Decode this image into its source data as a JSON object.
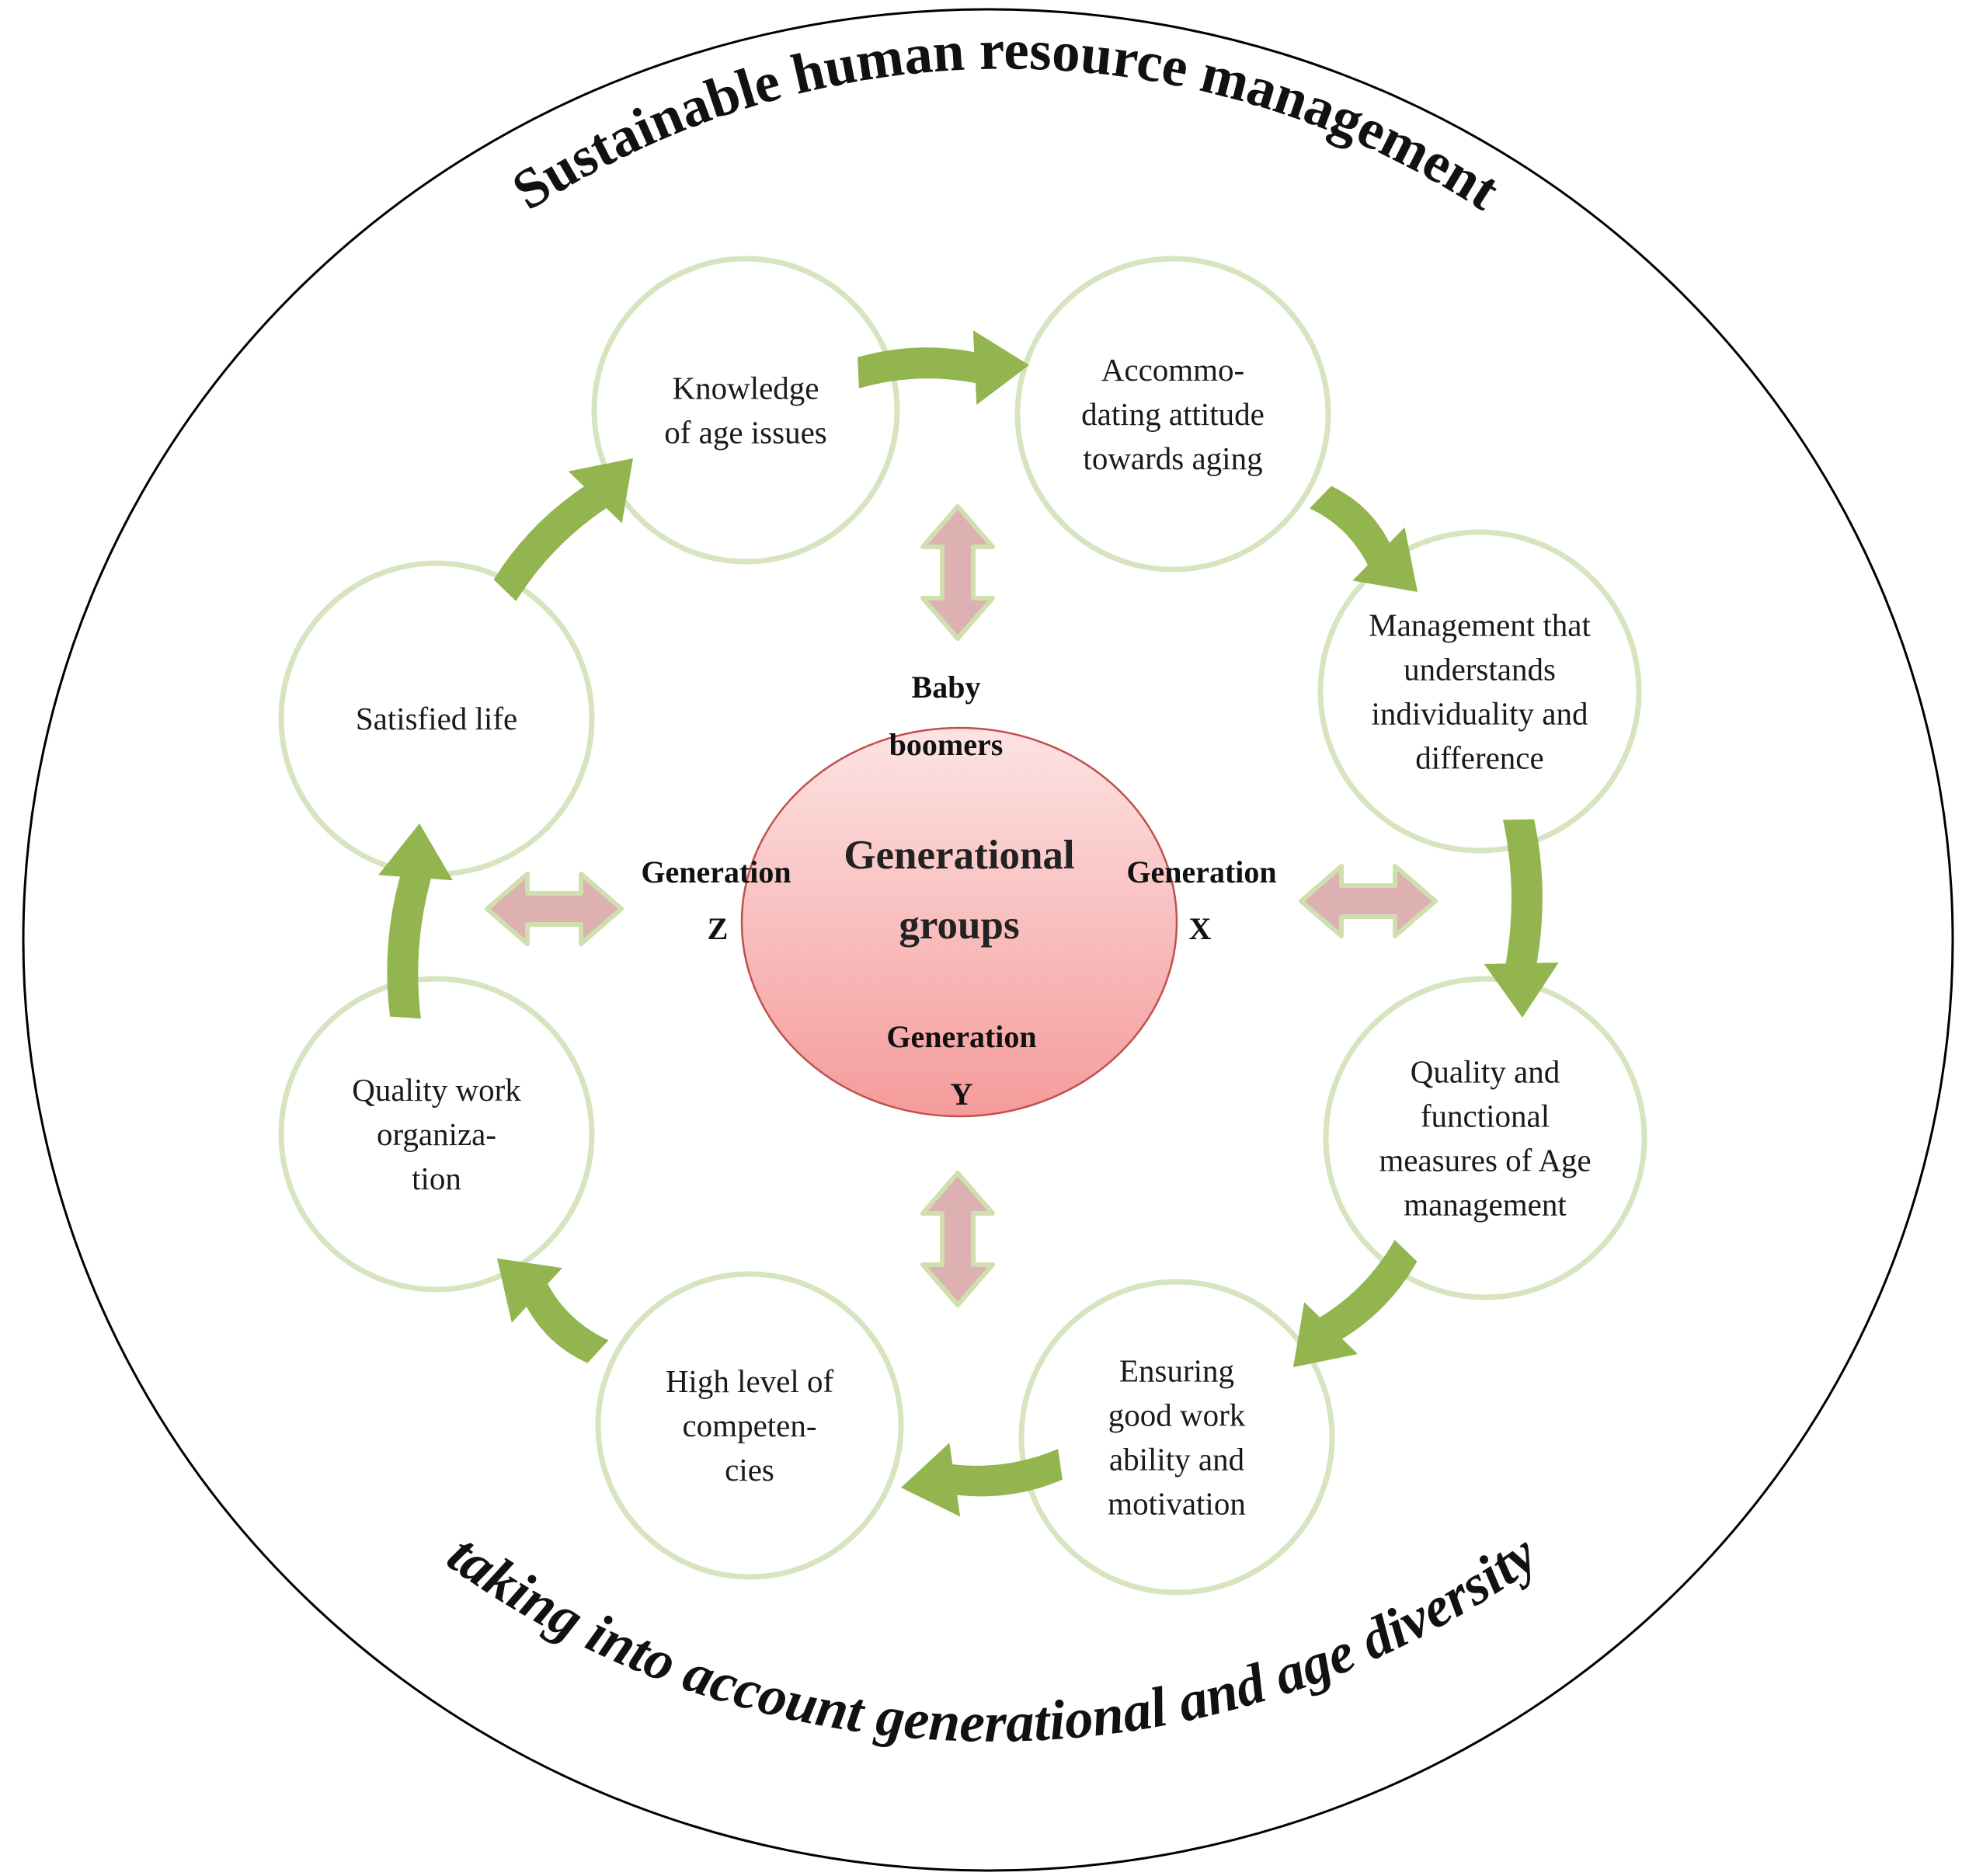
{
  "outer_title": "Sustainable human resource management",
  "outer_subtitle": "taking into account generational and age diversity",
  "center": {
    "line1": "Generational",
    "line2": "groups",
    "generations": {
      "top_line1": "Baby",
      "top_line2": "boomers",
      "right_line1": "Generation",
      "right_line2": "X",
      "bottom_line1": "Generation",
      "bottom_line2": "Y",
      "left_line1": "Generation",
      "left_line2": "Z"
    }
  },
  "cycle_nodes": [
    {
      "lines": [
        "Knowledge",
        "of age issues"
      ]
    },
    {
      "lines": [
        "Accommo-",
        "dating attitude",
        "towards aging"
      ]
    },
    {
      "lines": [
        "Management that",
        "understands",
        "individuality and",
        "difference"
      ]
    },
    {
      "lines": [
        "Quality and",
        "functional",
        "measures of Age",
        "management"
      ]
    },
    {
      "lines": [
        "Ensuring",
        "good work",
        "ability and",
        "motivation"
      ]
    },
    {
      "lines": [
        "High level of",
        "competen-",
        "cies"
      ]
    },
    {
      "lines": [
        "Quality work",
        "organiza-",
        "tion"
      ]
    },
    {
      "lines": [
        "Satisfied life"
      ]
    }
  ],
  "colors": {
    "node_border": "#d6e4bf",
    "flow_arrow": "#92b54f",
    "link_arrow_fill": "#ddb1b1",
    "link_arrow_stroke": "#cfe0ae",
    "center_fill_top": "#fde3e3",
    "center_fill_bottom": "#f59b9b",
    "center_stroke": "#c0504d",
    "outer_circle": "#000000"
  }
}
